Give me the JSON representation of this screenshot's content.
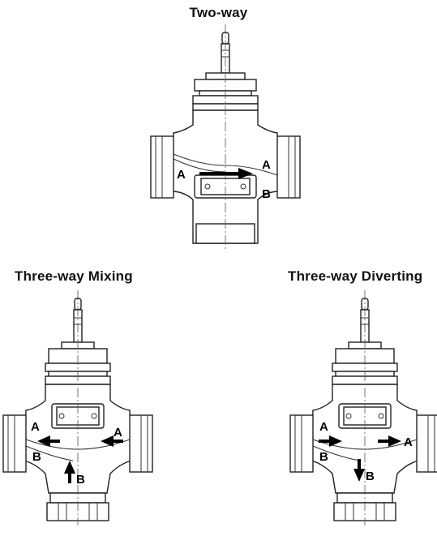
{
  "titles": {
    "two_way": "Two-way",
    "mixing": "Three-way Mixing",
    "diverting": "Three-way Diverting"
  },
  "ports": {
    "a": "A",
    "b": "B"
  },
  "colors": {
    "outline": "#222222",
    "arrow": "#000000",
    "background": "#ffffff"
  }
}
